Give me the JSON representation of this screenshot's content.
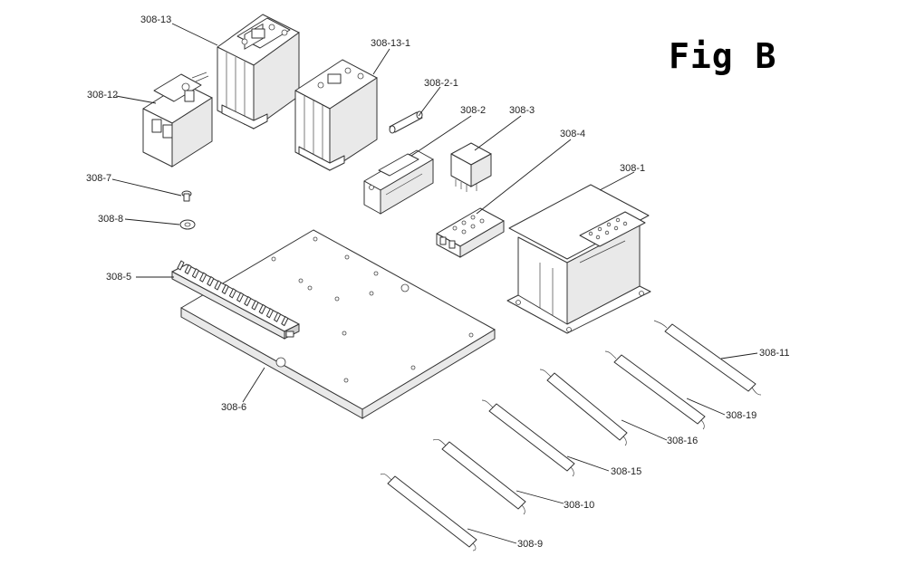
{
  "figure": {
    "title": "Fig B"
  },
  "labels": {
    "p308_13": "308-13",
    "p308_13_1": "308-13-1",
    "p308_12": "308-12",
    "p308_2_1": "308-2-1",
    "p308_2": "308-2",
    "p308_3": "308-3",
    "p308_4": "308-4",
    "p308_1": "308-1",
    "p308_7": "308-7",
    "p308_8": "308-8",
    "p308_5": "308-5",
    "p308_6": "308-6",
    "p308_11": "308-11",
    "p308_19": "308-19",
    "p308_16": "308-16",
    "p308_15": "308-15",
    "p308_10": "308-10",
    "p308_9": "308-9"
  }
}
